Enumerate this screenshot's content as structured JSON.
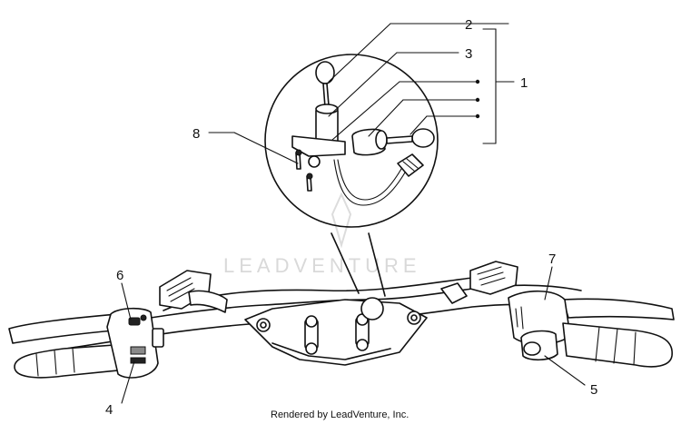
{
  "diagram": {
    "callouts": [
      {
        "id": "1",
        "label": "1"
      },
      {
        "id": "2",
        "label": "2"
      },
      {
        "id": "3",
        "label": "3"
      },
      {
        "id": "4",
        "label": "4"
      },
      {
        "id": "5",
        "label": "5"
      },
      {
        "id": "6",
        "label": "6"
      },
      {
        "id": "7",
        "label": "7"
      },
      {
        "id": "8",
        "label": "8"
      }
    ],
    "watermark": "LEADVENTURE",
    "credit": "Rendered by LeadVenture, Inc.",
    "colors": {
      "line": "#111111",
      "background": "#ffffff",
      "watermark": "#d9d9d9"
    }
  }
}
